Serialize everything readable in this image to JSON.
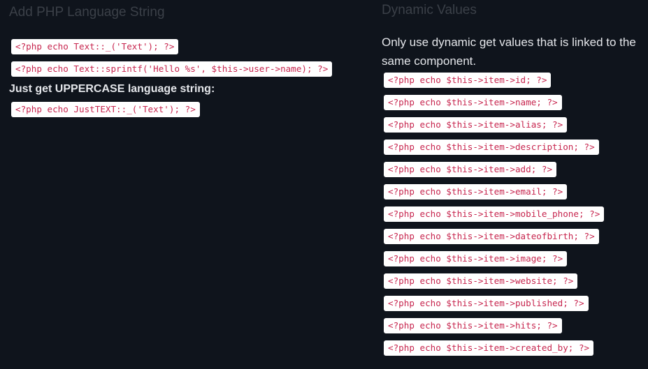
{
  "left": {
    "title": "Add PHP Language String",
    "codes": [
      "<?php echo Text::_('Text'); ?>",
      "<?php echo Text::sprintf('Hello %s', $this->user->name); ?>"
    ],
    "uppercase_label": "Just get UPPERCASE language string:",
    "uppercase_code": "<?php echo JustTEXT::_('Text'); ?>"
  },
  "right": {
    "title": "Dynamic Values",
    "description": "Only use dynamic get values that is linked to the same component.",
    "codes": [
      "<?php echo $this->item->id; ?>",
      "<?php echo $this->item->name; ?>",
      "<?php echo $this->item->alias; ?>",
      "<?php echo $this->item->description; ?>",
      "<?php echo $this->item->add; ?>",
      "<?php echo $this->item->email; ?>",
      "<?php echo $this->item->mobile_phone; ?>",
      "<?php echo $this->item->dateofbirth; ?>",
      "<?php echo $this->item->image; ?>",
      "<?php echo $this->item->website; ?>",
      "<?php echo $this->item->published; ?>",
      "<?php echo $this->item->hits; ?>",
      "<?php echo $this->item->created_by; ?>"
    ]
  }
}
